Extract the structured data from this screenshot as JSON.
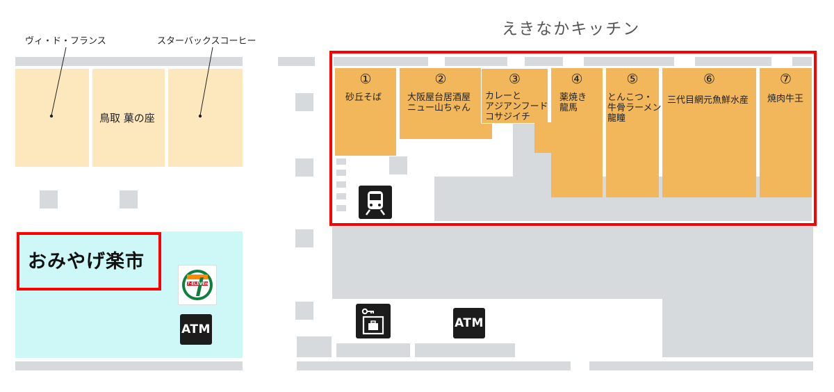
{
  "map": {
    "title": "えきなかキッチン",
    "callouts": {
      "vie": "ヴィ・ド・フランス",
      "starbucks": "スターバックスコーヒー"
    },
    "sweets_shop": "鳥取 菓の座",
    "omiyage": "おみやげ楽市",
    "seven_eleven": "7-ELEVEn",
    "atm_label": "ATM",
    "shops": [
      {
        "num": "①",
        "name": "砂丘そば"
      },
      {
        "num": "②",
        "name": "大阪屋台居酒屋\nニュー山ちゃん"
      },
      {
        "num": "③",
        "name": "カレーと\nアジアンフード\nコサジイチ"
      },
      {
        "num": "④",
        "name": "薬焼き\n龍馬"
      },
      {
        "num": "⑤",
        "name": "とんこつ・\n牛骨ラーメン\n龍瞳"
      },
      {
        "num": "⑥",
        "name": "三代目網元魚鮮水産"
      },
      {
        "num": "⑦",
        "name": "焼肉牛王"
      }
    ],
    "colors": {
      "highlight": "#ff0000",
      "shop_fill": "#f1b75a",
      "corridor": "#d6dadd",
      "souvenir_area": "#cdf8f7",
      "sweets_area": "#fde7bd"
    }
  }
}
